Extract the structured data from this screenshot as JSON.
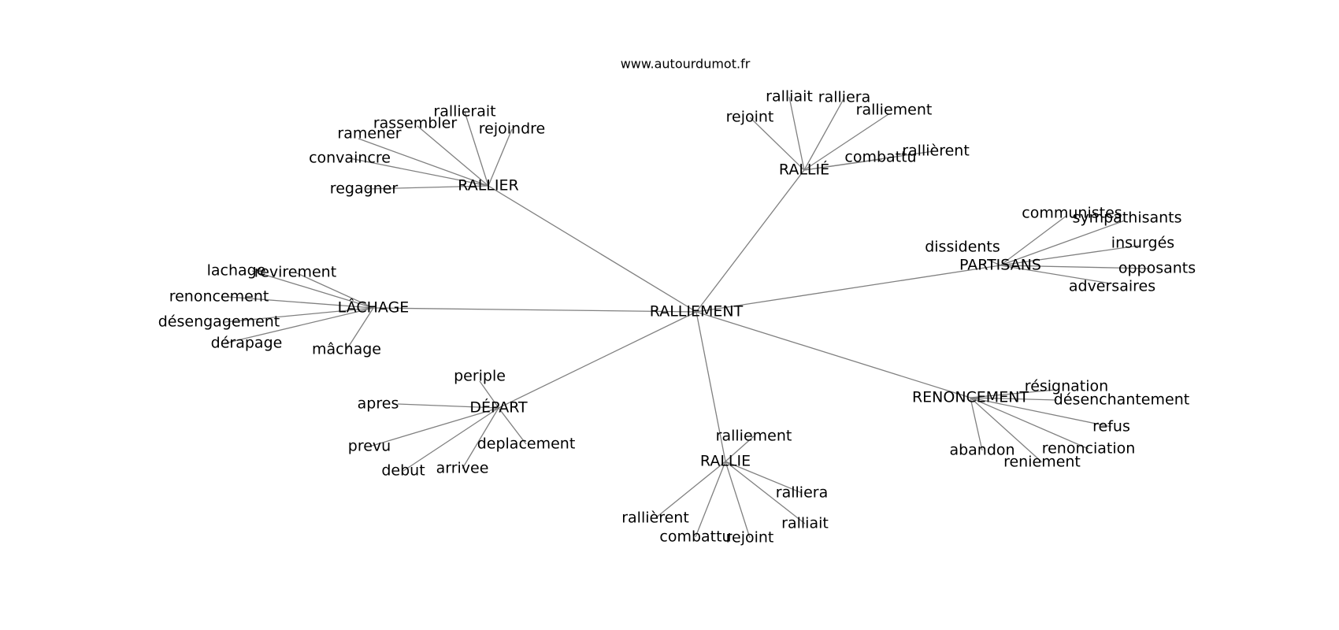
{
  "source": "www.autourdumot.fr",
  "root": "RALLIEMENT",
  "groups": [
    {
      "id": "rallier",
      "label": "RALLIER",
      "children": [
        "rejoindre",
        "rallierait",
        "rassembler",
        "ramener",
        "convaincre",
        "regagner"
      ]
    },
    {
      "id": "rallie-accent",
      "label": "RALLIÉ",
      "children": [
        "rejoint",
        "ralliait",
        "ralliera",
        "ralliement",
        "rallièrent",
        "combattu"
      ]
    },
    {
      "id": "partisans",
      "label": "PARTISANS",
      "children": [
        "communistes",
        "sympathisants",
        "dissidents",
        "insurgés",
        "opposants",
        "adversaires"
      ]
    },
    {
      "id": "lachage",
      "label": "LÂCHAGE",
      "children": [
        "lachage",
        "revirement",
        "renoncement",
        "désengagement",
        "dérapage",
        "mâchage"
      ]
    },
    {
      "id": "depart",
      "label": "DÉPART",
      "children": [
        "periple",
        "apres",
        "prevu",
        "debut",
        "arrivee",
        "deplacement"
      ]
    },
    {
      "id": "rallie",
      "label": "RALLIE",
      "children": [
        "ralliement",
        "ralliera",
        "ralliait",
        "rejoint",
        "combattu",
        "rallièrent"
      ]
    },
    {
      "id": "renoncement",
      "label": "RENONCEMENT",
      "children": [
        "résignation",
        "désenchantement",
        "refus",
        "renonciation",
        "reniement",
        "abandon"
      ]
    }
  ]
}
